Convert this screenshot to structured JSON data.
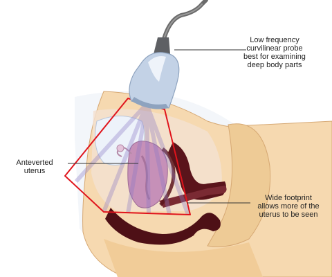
{
  "labels": {
    "probe": {
      "lines": [
        "Low frequency",
        "curvilinear probe",
        "best for examining",
        "deep body parts"
      ]
    },
    "uterus": {
      "lines": [
        "Anteverted",
        "uterus"
      ]
    },
    "footprint": {
      "lines": [
        "Wide footprint",
        "allows more of the",
        "uterus to be seen"
      ]
    }
  },
  "colors": {
    "scan_outline": "#e0141c",
    "probe_body": "#c3d2e6",
    "probe_shadow": "#8ea3bf",
    "cable": "#6b6b6b",
    "skin": "#f4d6ac",
    "skin_shade": "#e9c28e",
    "tissue_dark": "#4e1016",
    "uterus": "#c58fb6",
    "bladder": "#eef3fb",
    "leader_line": "#333333"
  }
}
